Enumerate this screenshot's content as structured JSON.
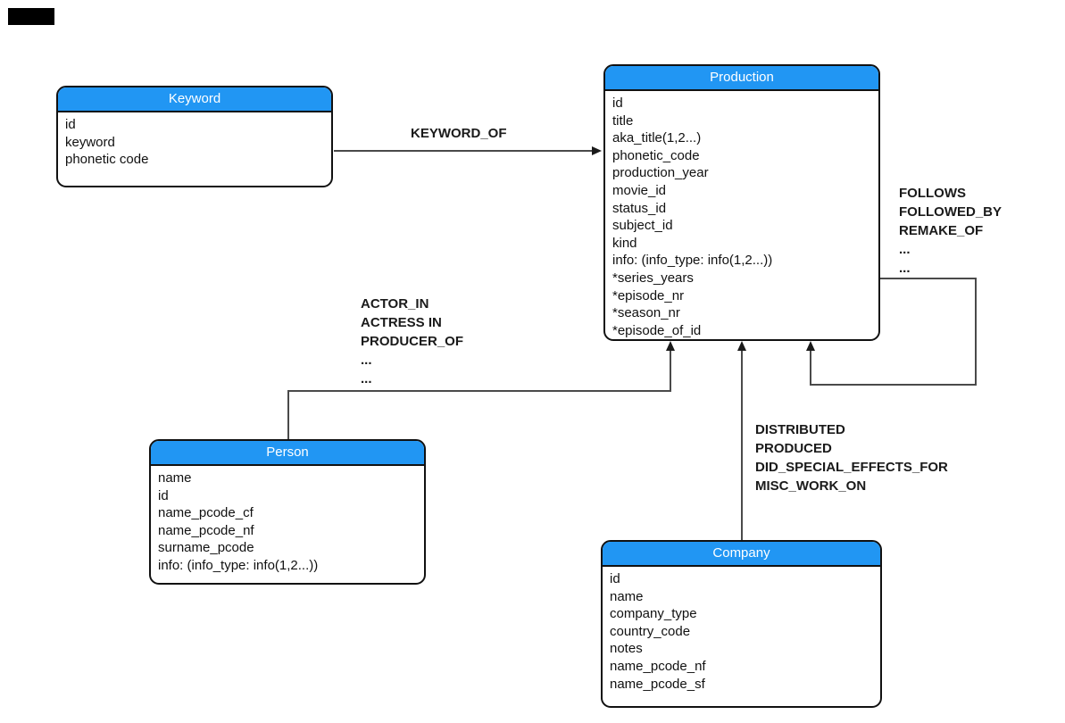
{
  "diagram": {
    "entities": {
      "keyword": {
        "title": "Keyword",
        "attributes": [
          "id",
          "keyword",
          "phonetic code"
        ]
      },
      "production": {
        "title": "Production",
        "attributes": [
          "id",
          "title",
          "aka_title(1,2...)",
          "phonetic_code",
          "production_year",
          "movie_id",
          "status_id",
          "subject_id",
          "kind",
          "info: (info_type: info(1,2...))",
          "*series_years",
          "*episode_nr",
          "*season_nr",
          "*episode_of_id"
        ]
      },
      "person": {
        "title": "Person",
        "attributes": [
          "name",
          "id",
          "name_pcode_cf",
          "name_pcode_nf",
          "surname_pcode",
          "info: (info_type: info(1,2...))"
        ]
      },
      "company": {
        "title": "Company",
        "attributes": [
          "id",
          "name",
          "company_type",
          "country_code",
          "notes",
          "name_pcode_nf",
          "name_pcode_sf"
        ]
      }
    },
    "relationships": {
      "keyword_production": {
        "labels": [
          "KEYWORD_OF"
        ]
      },
      "production_self": {
        "labels": [
          "FOLLOWS",
          "FOLLOWED_BY",
          "REMAKE_OF",
          "...",
          "..."
        ]
      },
      "person_production": {
        "labels": [
          "ACTOR_IN",
          "ACTRESS IN",
          "PRODUCER_OF",
          "...",
          "..."
        ]
      },
      "company_production": {
        "labels": [
          "DISTRIBUTED",
          "PRODUCED",
          "DID_SPECIAL_EFFECTS_FOR",
          "MISC_WORK_ON"
        ]
      }
    },
    "colors": {
      "entity_header_bg": "#2196f3",
      "entity_header_text": "#ffffff",
      "entity_border": "#111111",
      "connector_line": "#4a4a4a",
      "label_text": "#1a1a1a",
      "background": "#ffffff",
      "artifact_bar": "#000000"
    }
  }
}
